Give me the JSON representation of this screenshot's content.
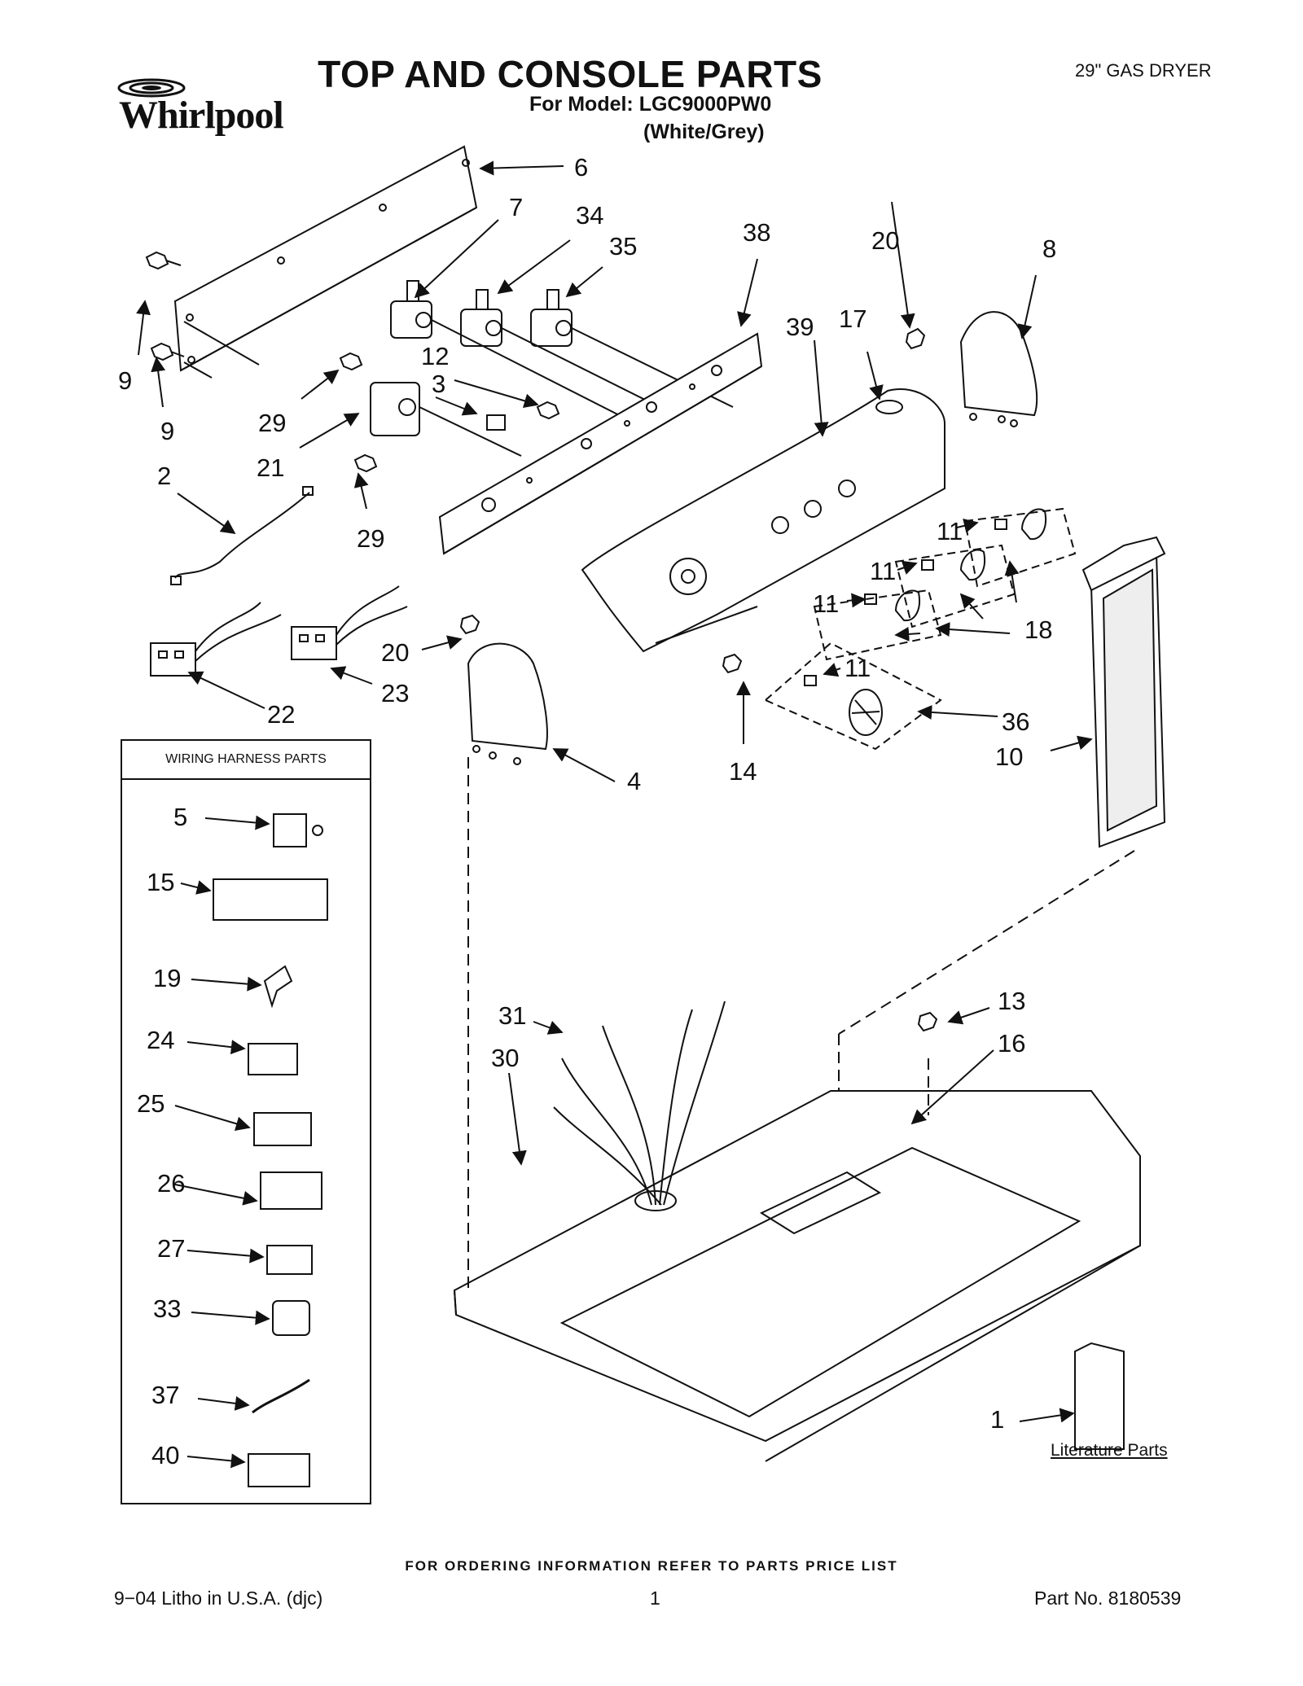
{
  "header": {
    "title": "TOP AND CONSOLE PARTS",
    "model_line": "For Model: LGC9000PW0",
    "color_line": "(White/Grey)",
    "product": "29\" GAS DRYER",
    "brand": "Whirlpool"
  },
  "harness": {
    "heading": "WIRING HARNESS PARTS",
    "callouts": [
      "5",
      "15",
      "19",
      "24",
      "25",
      "26",
      "27",
      "33",
      "37",
      "40"
    ]
  },
  "callouts": {
    "c1": "1",
    "c2": "2",
    "c3": "3",
    "c4": "4",
    "c6": "6",
    "c7": "7",
    "c8": "8",
    "c9a": "9",
    "c9b": "9",
    "c10": "10",
    "c11a": "11",
    "c11b": "11",
    "c11c": "11",
    "c11d": "11",
    "c12": "12",
    "c13": "13",
    "c14": "14",
    "c16": "16",
    "c17": "17",
    "c18": "18",
    "c20a": "20",
    "c20b": "20",
    "c21": "21",
    "c22": "22",
    "c23": "23",
    "c29a": "29",
    "c29b": "29",
    "c30": "30",
    "c31": "31",
    "c34": "34",
    "c35": "35",
    "c36": "36",
    "c38": "38",
    "c39": "39"
  },
  "literature": "Literature Parts",
  "footer": {
    "ordering_note": "FOR ORDERING INFORMATION REFER TO PARTS PRICE LIST",
    "print_info": "9−04 Litho in U.S.A. (djc)",
    "page_number": "1",
    "part_number": "Part No. 8180539"
  }
}
